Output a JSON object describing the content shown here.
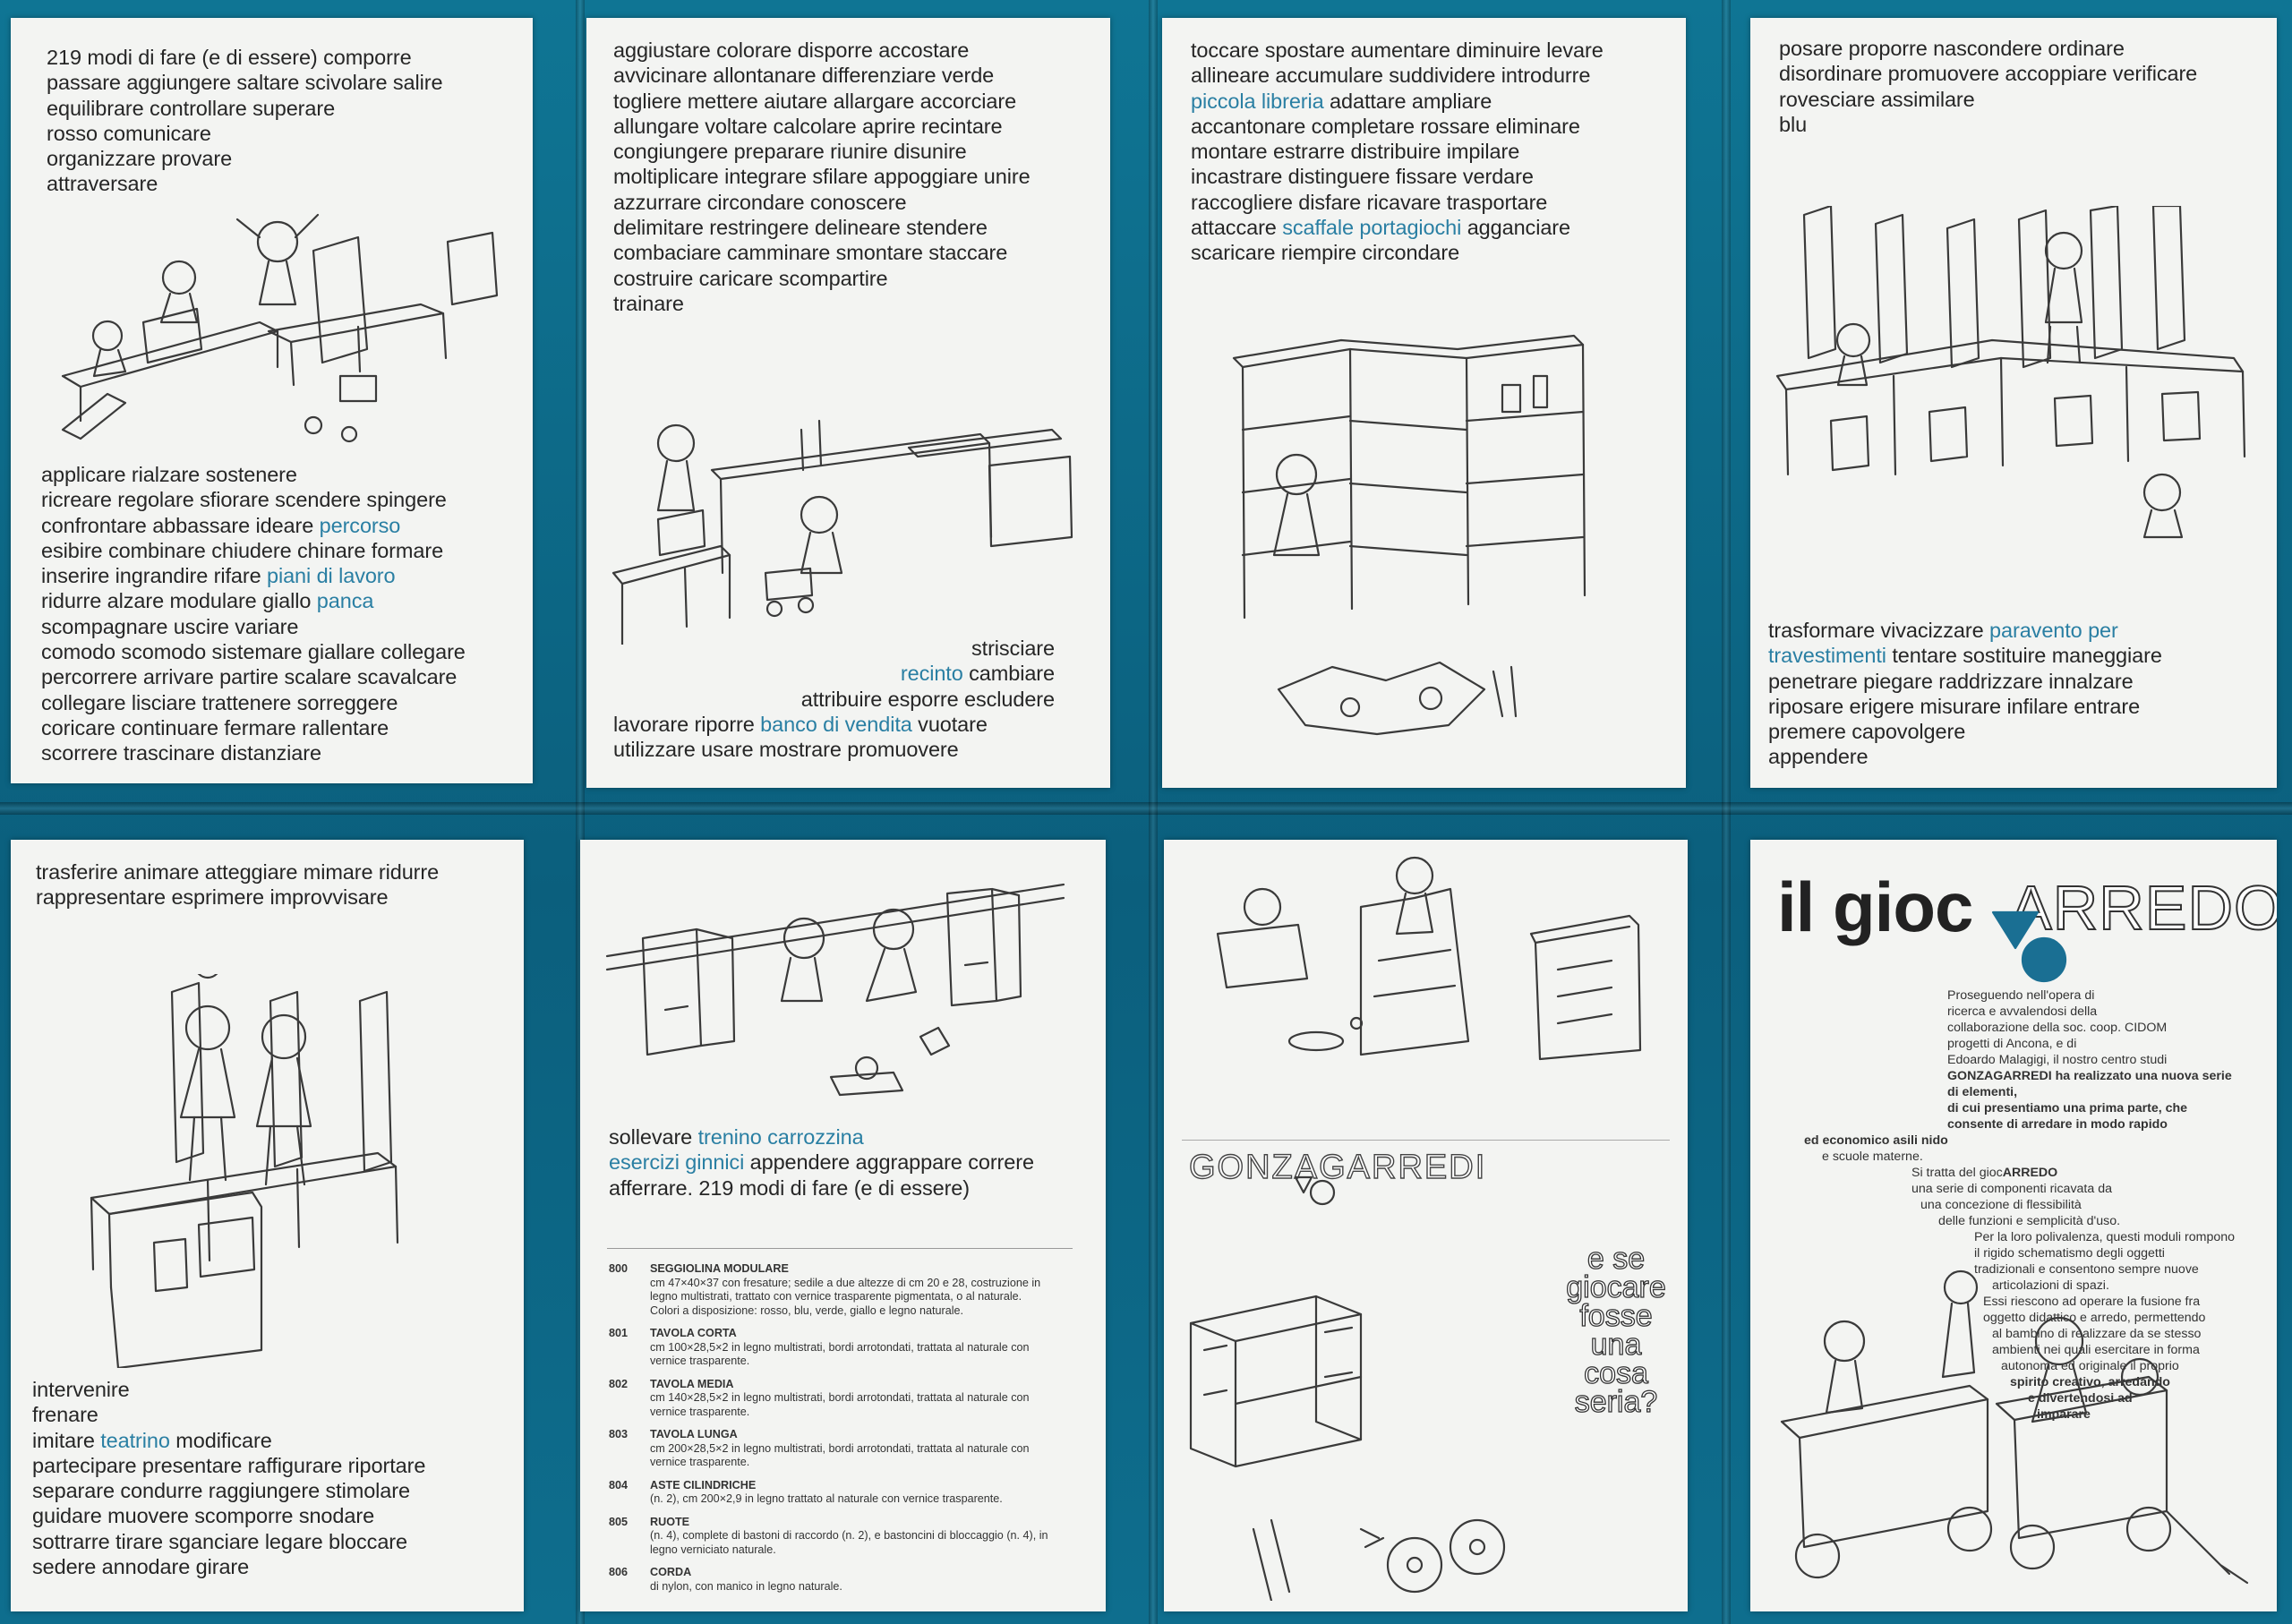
{
  "panels": {
    "p1": {
      "top": [
        "219 modi di fare (e di essere) comporre",
        "passare aggiungere saltare scivolare salire",
        "equilibrare controllare superare",
        "rosso comunicare",
        "organizzare provare",
        "attraversare"
      ],
      "bottom": [
        [
          "applicare rialzare sostenere"
        ],
        [
          "ricreare regolare sfiorare scendere spingere"
        ],
        [
          "confrontare abbassare ideare ",
          {
            "hl": "percorso"
          }
        ],
        [
          "esibire combinare chiudere chinare formare"
        ],
        [
          "inserire ingrandire rifare ",
          {
            "hl": "piani di lavoro"
          }
        ],
        [
          "ridurre alzare modulare giallo ",
          {
            "hl": "panca"
          }
        ],
        [
          "scompagnare uscire variare"
        ],
        [
          "comodo scomodo sistemare giallare collegare"
        ],
        [
          "percorrere arrivare partire scalare scavalcare"
        ],
        [
          "collegare lisciare trattenere sorreggere"
        ],
        [
          "coricare continuare fermare rallentare"
        ],
        [
          "scorrere trascinare distanziare"
        ]
      ]
    },
    "p2": {
      "top": [
        "aggiustare colorare disporre accostare",
        "avvicinare allontanare differenziare verde",
        "togliere mettere aiutare allargare accorciare",
        "allungare voltare calcolare aprire recintare",
        "congiungere preparare riunire disunire",
        "moltiplicare integrare sfilare appoggiare unire",
        "azzurrare  circondare  conoscere",
        "delimitare restringere delineare stendere",
        "combaciare camminare smontare staccare",
        "costruire caricare scompartire",
        "trainare"
      ],
      "bottom_right": [
        [
          "strisciare"
        ],
        [
          {
            "hl": "recinto"
          },
          " cambiare"
        ],
        [
          "attribuire esporre escludere"
        ]
      ],
      "bottom_left": [
        [
          "lavorare riporre ",
          {
            "hl": "banco di vendita"
          },
          " vuotare"
        ],
        [
          "utilizzare usare mostrare promuovere"
        ]
      ]
    },
    "p3": {
      "top": [
        [
          "toccare spostare aumentare diminuire levare"
        ],
        [
          "allineare accumulare suddividere introdurre"
        ],
        [
          {
            "hl": "piccola libreria"
          },
          " adattare ampliare"
        ],
        [
          "accantonare completare rossare eliminare"
        ],
        [
          "montare estrarre distribuire impilare"
        ],
        [
          "incastrare distinguere fissare verdare"
        ],
        [
          "raccogliere disfare ricavare trasportare"
        ],
        [
          "attaccare ",
          {
            "hl": "scaffale portagiochi"
          },
          " agganciare"
        ],
        [
          "scaricare riempire circondare"
        ]
      ]
    },
    "p4": {
      "top": [
        "posare proporre nascondere ordinare",
        "disordinare promuovere accoppiare verificare",
        "rovesciare assimilare",
        "blu"
      ],
      "bottom": [
        [
          "trasformare vivacizzare ",
          {
            "hl": "paravento per"
          }
        ],
        [
          {
            "hl": "travestimenti"
          },
          " tentare sostituire maneggiare"
        ],
        [
          "penetrare piegare raddrizzare innalzare"
        ],
        [
          "riposare erigere misurare infilare entrare"
        ],
        [
          "premere capovolgere"
        ],
        [
          "appendere"
        ]
      ]
    },
    "p5": {
      "top": [
        "trasferire animare atteggiare mimare ridurre",
        "rappresentare esprimere improvvisare"
      ],
      "bottom": [
        [
          "intervenire"
        ],
        [
          "frenare"
        ],
        [
          "imitare ",
          {
            "hl": "teatrino"
          },
          " modificare"
        ],
        [
          "partecipare presentare raffigurare riportare"
        ],
        [
          "separare condurre raggiungere stimolare"
        ],
        [
          "guidare muovere scomporre snodare"
        ],
        [
          "sottrarre tirare sganciare legare bloccare"
        ],
        [
          "sedere annodare girare"
        ]
      ]
    },
    "p6": {
      "mid": [
        [
          "sollevare ",
          {
            "hl": "trenino carrozzina"
          }
        ],
        [
          {
            "hl": "esercizi ginnici"
          },
          " appendere aggrappare correre"
        ],
        [
          "afferrare. 219 modi di fare (e di essere)"
        ]
      ],
      "spec": [
        {
          "code": "800",
          "title": "SEGGIOLINA MODULARE",
          "lines": [
            "cm 47×40×37 con fresature; sedile a due altezze di cm  20 e 28, costruzione in",
            "legno multistrati, trattato con vernice trasparente pigmentata, o al naturale.",
            "Colori a disposizione: rosso, blu, verde, giallo e legno naturale."
          ]
        },
        {
          "code": "801",
          "title": "TAVOLA CORTA",
          "lines": [
            "cm 100×28,5×2 in legno multistrati, bordi arrotondati, trattata al naturale con",
            "vernice trasparente."
          ]
        },
        {
          "code": "802",
          "title": "TAVOLA MEDIA",
          "lines": [
            "cm 140×28,5×2 in legno multistrati, bordi arrotondati, trattata al naturale con",
            "vernice trasparente."
          ]
        },
        {
          "code": "803",
          "title": "TAVOLA LUNGA",
          "lines": [
            "cm 200×28,5×2 in legno multistrati, bordi arrotondati, trattata al naturale con",
            "vernice trasparente."
          ]
        },
        {
          "code": "804",
          "title": "ASTE CILINDRICHE",
          "lines": [
            "(n. 2), cm 200×2,9 in legno trattato al naturale con vernice trasparente."
          ]
        },
        {
          "code": "805",
          "title": "RUOTE",
          "lines": [
            "(n. 4), complete di bastoni di raccordo (n. 2), e bastoncini di bloccaggio (n. 4), in",
            "legno verniciato naturale."
          ]
        },
        {
          "code": "806",
          "title": "CORDA",
          "lines": [
            "di nylon, con manico in legno naturale."
          ]
        }
      ]
    },
    "p7": {
      "brand": "GONZAGARREDI",
      "question": [
        "e se",
        "giocare",
        "fosse",
        "una",
        "cosa",
        "seria?"
      ]
    },
    "p8": {
      "logo_main": "il gioc",
      "logo_tail": "ARREDO",
      "desc": [
        "Proseguendo nell'opera di",
        "ricerca e avvalendosi della",
        "collaborazione della soc. coop. CIDOM",
        "progetti di Ancona, e di",
        "Edoardo Malagigi, il nostro centro studi",
        "GONZAGARREDI ha realizzato una nuova serie di elementi,",
        "di cui presentiamo una prima parte, che consente di arredare in modo rapido",
        "ed economico asili nido",
        "e scuole materne.",
        "Si tratta del gioc",
        "una serie di componenti ricavata da",
        "una concezione di flessibilità",
        "delle funzioni e semplicità d'uso.",
        "Per la loro polivalenza, questi moduli rompono",
        "il rigido schematismo degli oggetti",
        "tradizionali e consentono sempre nuove",
        "articolazioni di spazi.",
        "Essi riescono ad operare la fusione fra",
        "oggetto didattico e arredo, permettendo",
        "al bambino di realizzare da se stesso",
        "ambienti nei quali esercitare in forma",
        "autonoma ed originale il proprio",
        "spirito creativo, arredando",
        "e divertendosi ad",
        "imparare"
      ],
      "desc_tail": "ARREDO"
    }
  },
  "colors": {
    "background": "#0e6b8a",
    "highlight": "#2a7fa3",
    "paper": "#f3f4f2"
  }
}
